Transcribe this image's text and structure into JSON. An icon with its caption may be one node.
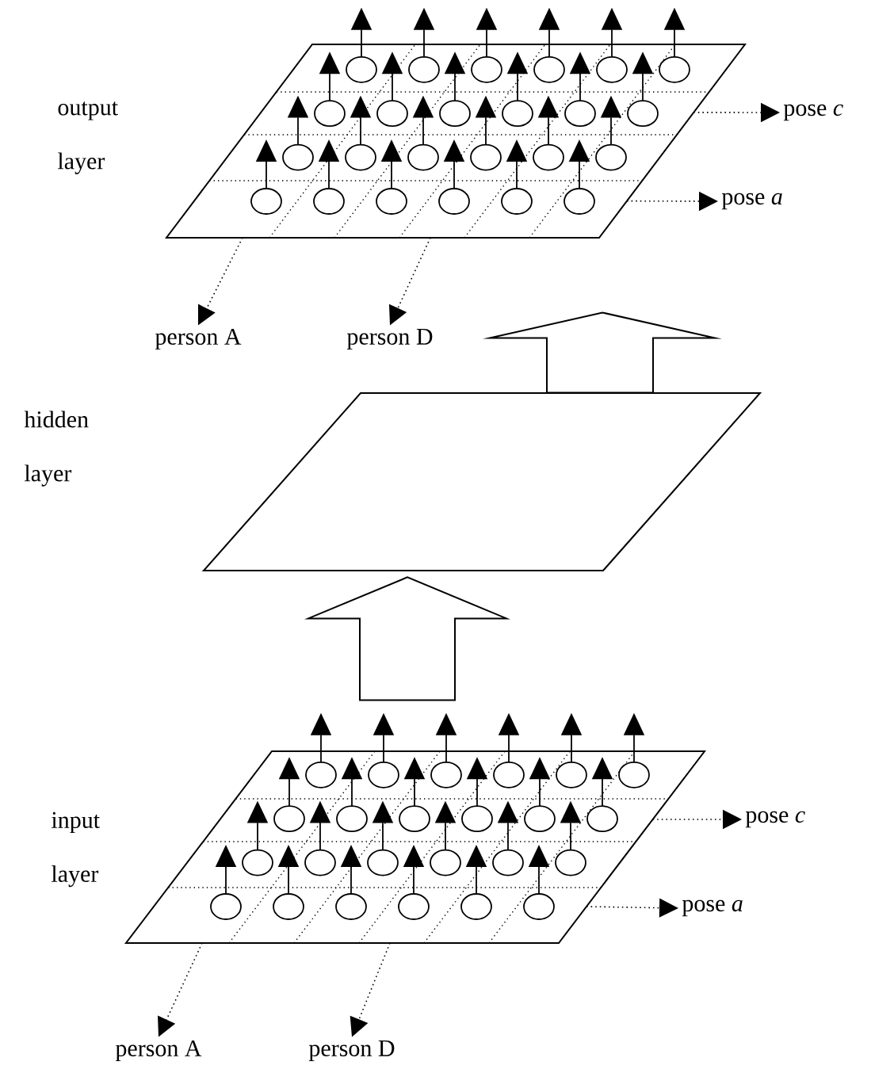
{
  "diagram": {
    "nodes": [
      {
        "text": [
          "output layer"
        ]
      },
      {
        "text": [
          "pose *c*"
        ]
      },
      {
        "text": [
          "pose *a*"
        ]
      },
      {
        "text": [
          "person A"
        ]
      },
      {
        "text": [
          "person D"
        ]
      },
      {
        "text": [
          "hidden layer"
        ]
      },
      {
        "text": [
          "input layer"
        ]
      },
      {
        "text": [
          "pose *c*"
        ]
      },
      {
        "text": [
          "pose *a*"
        ]
      },
      {
        "text": [
          "person A"
        ]
      },
      {
        "text": [
          "person D"
        ]
      }
    ],
    "edges": [
      {
        "from": 0,
        "to": 1,
        "arrow": "to",
        "style": "dashed"
      },
      {
        "from": 0,
        "to": 2,
        "arrow": "to",
        "style": "dashed"
      },
      {
        "from": 0,
        "to": 3,
        "arrow": "to",
        "style": "dashed"
      },
      {
        "from": 0,
        "to": 4,
        "arrow": "to",
        "style": "dashed"
      },
      {
        "from": 5,
        "to": 0,
        "arrow": "to"
      },
      {
        "from": 6,
        "to": 5,
        "arrow": "to"
      },
      {
        "from": 6,
        "to": 7,
        "arrow": "to",
        "style": "dashed"
      },
      {
        "from": 6,
        "to": 8,
        "arrow": "to",
        "style": "dashed"
      },
      {
        "from": 6,
        "to": 9,
        "arrow": "to",
        "style": "dashed"
      },
      {
        "from": 6,
        "to": 10,
        "arrow": "to",
        "style": "dashed"
      }
    ]
  }
}
